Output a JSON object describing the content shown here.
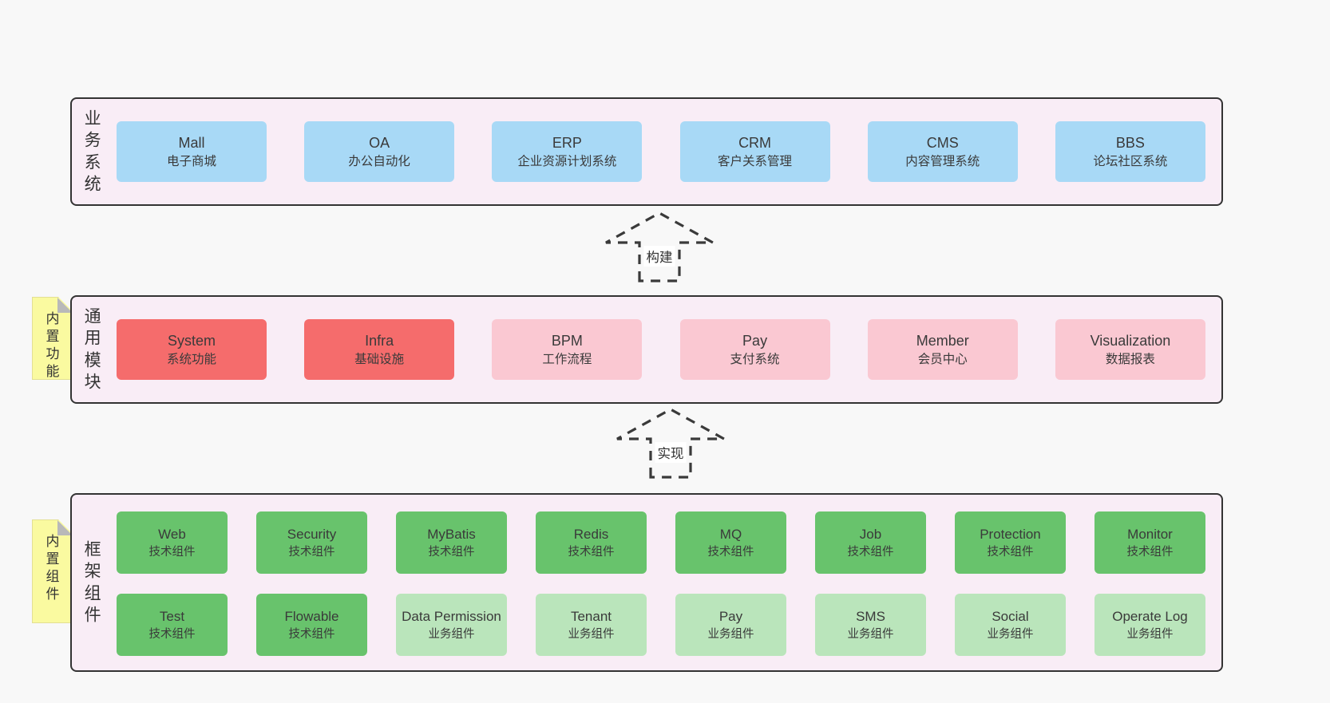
{
  "colors": {
    "page_bg": "#f8f8f8",
    "panel_bg": "#f9edf6",
    "panel_border": "#333333",
    "text": "#3a3a3a",
    "blue": "#a8d9f6",
    "red": "#f56c6c",
    "pink": "#fac8d2",
    "green": "#68c36c",
    "light_green": "#bae5bb",
    "yellow": "#fafaa0",
    "fold": "#b9b9b9",
    "arrow_stroke": "#3a3a3a"
  },
  "arrows": {
    "build": {
      "label": "构建"
    },
    "implement": {
      "label": "实现"
    }
  },
  "layers": {
    "business": {
      "side_label": "业务系统",
      "boxes": [
        {
          "title": "Mall",
          "subtitle": "电子商城",
          "variant": "blue"
        },
        {
          "title": "OA",
          "subtitle": "办公自动化",
          "variant": "blue"
        },
        {
          "title": "ERP",
          "subtitle": "企业资源计划系统",
          "variant": "blue"
        },
        {
          "title": "CRM",
          "subtitle": "客户关系管理",
          "variant": "blue"
        },
        {
          "title": "CMS",
          "subtitle": "内容管理系统",
          "variant": "blue"
        },
        {
          "title": "BBS",
          "subtitle": "论坛社区系统",
          "variant": "blue"
        }
      ]
    },
    "modules": {
      "side_label": "通用模块",
      "tag_label": "内置功能",
      "boxes": [
        {
          "title": "System",
          "subtitle": "系统功能",
          "variant": "red"
        },
        {
          "title": "Infra",
          "subtitle": "基础设施",
          "variant": "red"
        },
        {
          "title": "BPM",
          "subtitle": "工作流程",
          "variant": "pink"
        },
        {
          "title": "Pay",
          "subtitle": "支付系统",
          "variant": "pink"
        },
        {
          "title": "Member",
          "subtitle": "会员中心",
          "variant": "pink"
        },
        {
          "title": "Visualization",
          "subtitle": "数据报表",
          "variant": "pink"
        }
      ]
    },
    "framework": {
      "side_label": "框架组件",
      "tag_label": "内置组件",
      "rows": [
        [
          {
            "title": "Web",
            "subtitle": "技术组件",
            "variant": "green"
          },
          {
            "title": "Security",
            "subtitle": "技术组件",
            "variant": "green"
          },
          {
            "title": "MyBatis",
            "subtitle": "技术组件",
            "variant": "green"
          },
          {
            "title": "Redis",
            "subtitle": "技术组件",
            "variant": "green"
          },
          {
            "title": "MQ",
            "subtitle": "技术组件",
            "variant": "green"
          },
          {
            "title": "Job",
            "subtitle": "技术组件",
            "variant": "green"
          },
          {
            "title": "Protection",
            "subtitle": "技术组件",
            "variant": "green"
          },
          {
            "title": "Monitor",
            "subtitle": "技术组件",
            "variant": "green"
          }
        ],
        [
          {
            "title": "Test",
            "subtitle": "技术组件",
            "variant": "green"
          },
          {
            "title": "Flowable",
            "subtitle": "技术组件",
            "variant": "green"
          },
          {
            "title": "Data Permission",
            "subtitle": "业务组件",
            "variant": "lightgreen"
          },
          {
            "title": "Tenant",
            "subtitle": "业务组件",
            "variant": "lightgreen"
          },
          {
            "title": "Pay",
            "subtitle": "业务组件",
            "variant": "lightgreen"
          },
          {
            "title": "SMS",
            "subtitle": "业务组件",
            "variant": "lightgreen"
          },
          {
            "title": "Social",
            "subtitle": "业务组件",
            "variant": "lightgreen"
          },
          {
            "title": "Operate Log",
            "subtitle": "业务组件",
            "variant": "lightgreen"
          }
        ]
      ]
    }
  }
}
